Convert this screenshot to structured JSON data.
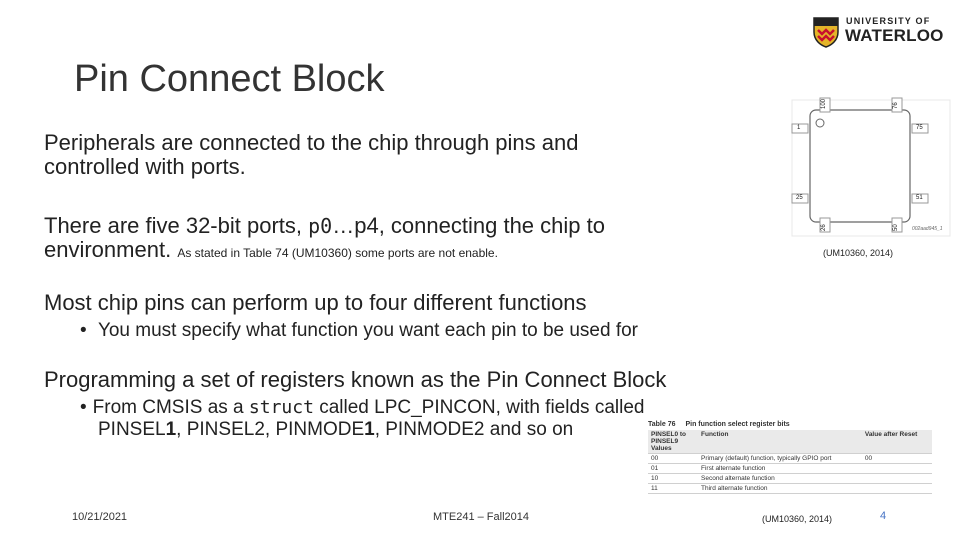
{
  "logo": {
    "line1": "UNIVERSITY OF",
    "line2": "WATERLOO"
  },
  "title": "Pin Connect Block",
  "para1": {
    "line1": "Peripherals are connected to the chip through pins and",
    "line2": "controlled with ports."
  },
  "para2": {
    "line1a": "There are five 32-bit ports, ",
    "code1": "p0",
    "line1b": "…",
    "code2": "p4",
    "line1c": ", connecting the chip to",
    "line2a": "environment.",
    "line2b": "As stated in Table 74 (UM10360) some ports are not enable."
  },
  "para3": "Most chip pins can perform up to four different functions",
  "bullet1": "You must specify what function you want each pin to be used for",
  "para4": "Programming a set of registers known as the Pin Connect Block",
  "bullet2": {
    "a": "From CMSIS as a ",
    "code": "struct",
    "b": " called ",
    "name": "LPC_PINCON",
    "c": ", with fields called",
    "line2a": "PINSEL",
    "n1": "1",
    "line2b": ", PINSEL2, PINMODE",
    "n2": "1",
    "line2c": ", PINMODE2 and so on"
  },
  "chip": {
    "pins": {
      "tl": "100",
      "tr": "76",
      "l1": "1",
      "r1": "75",
      "l2": "25",
      "r2": "51",
      "bl": "26",
      "br": "50"
    },
    "label": "002aad945_1",
    "caption": "(UM10360, 2014)"
  },
  "table": {
    "title": "Table 76",
    "subtitle": "Pin function select register bits",
    "headers": [
      "PINSEL0 to PINSEL9 Values",
      "Function",
      "Value after Reset"
    ],
    "rows": [
      [
        "00",
        "Primary (default) function, typically GPIO port",
        "00"
      ],
      [
        "01",
        "First alternate function",
        ""
      ],
      [
        "10",
        "Second alternate function",
        ""
      ],
      [
        "11",
        "Third alternate function",
        ""
      ]
    ],
    "caption": "(UM10360, 2014)"
  },
  "footer": {
    "date": "10/21/2021",
    "course": "MTE241 – Fall2014",
    "page": "4"
  },
  "colors": {
    "page_number": "#4472c4",
    "logo_gold": "#e4b429"
  }
}
